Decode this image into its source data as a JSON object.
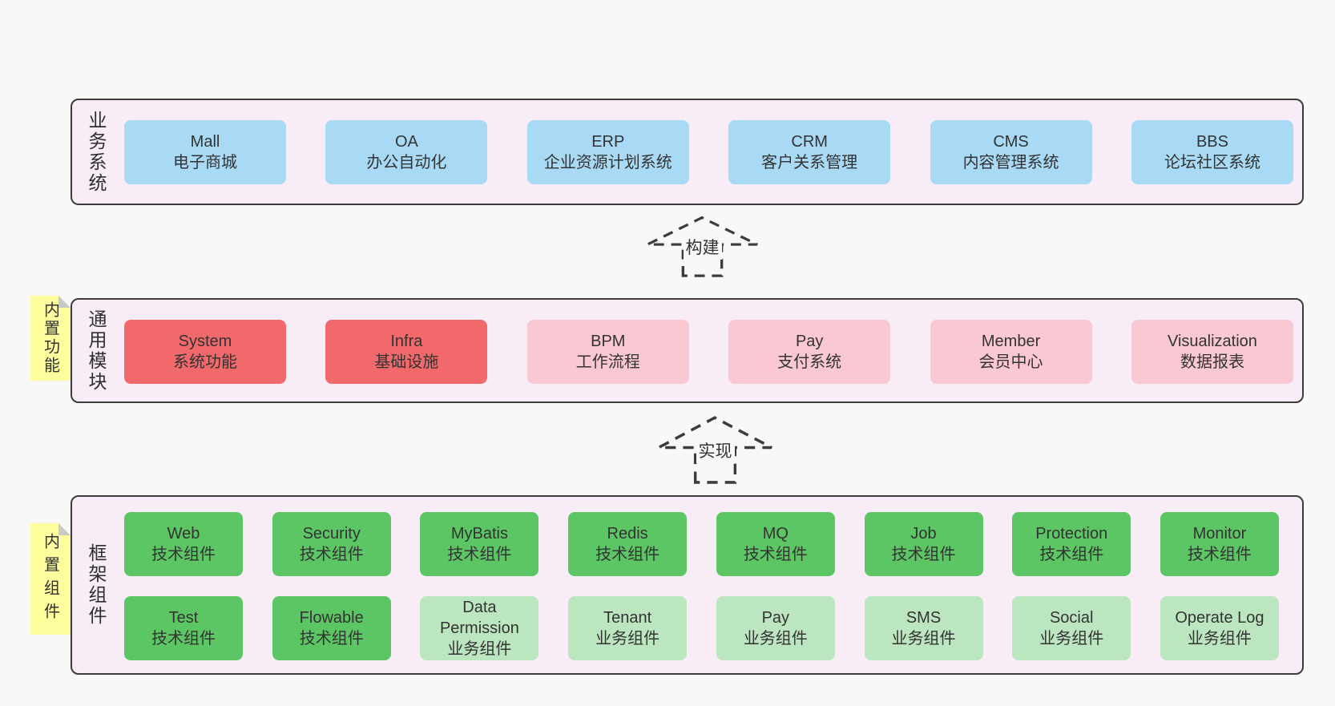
{
  "colors": {
    "page_bg": "#f8f8f8",
    "band_bg": "#f8edf6",
    "band_border": "#3c3c3c",
    "blue": "#a9daf5",
    "red": "#f2696b",
    "pink": "#fac8d2",
    "green_dark": "#5cc564",
    "green_light": "#bce6c0",
    "yellow": "#fdfd9e",
    "fold": "#c9c9c9",
    "text": "#333333"
  },
  "arrows": [
    {
      "label": "构建"
    },
    {
      "label": "实现"
    }
  ],
  "bands": [
    {
      "label": "业务系统",
      "boxes": [
        {
          "en": "Mall",
          "zh": "电子商城"
        },
        {
          "en": "OA",
          "zh": "办公自动化"
        },
        {
          "en": "ERP",
          "zh": "企业资源计划系统"
        },
        {
          "en": "CRM",
          "zh": "客户关系管理"
        },
        {
          "en": "CMS",
          "zh": "内容管理系统"
        },
        {
          "en": "BBS",
          "zh": "论坛社区系统"
        }
      ]
    },
    {
      "label": "通用模块",
      "sticky": "内置功能",
      "boxes": [
        {
          "en": "System",
          "zh": "系统功能"
        },
        {
          "en": "Infra",
          "zh": "基础设施"
        },
        {
          "en": "BPM",
          "zh": "工作流程"
        },
        {
          "en": "Pay",
          "zh": "支付系统"
        },
        {
          "en": "Member",
          "zh": "会员中心"
        },
        {
          "en": "Visualization",
          "zh": "数据报表"
        }
      ]
    },
    {
      "label": "框架组件",
      "sticky": "内置组件",
      "boxes": [
        {
          "en": "Web",
          "zh": "技术组件"
        },
        {
          "en": "Security",
          "zh": "技术组件"
        },
        {
          "en": "MyBatis",
          "zh": "技术组件"
        },
        {
          "en": "Redis",
          "zh": "技术组件"
        },
        {
          "en": "MQ",
          "zh": "技术组件"
        },
        {
          "en": "Job",
          "zh": "技术组件"
        },
        {
          "en": "Protection",
          "zh": "技术组件"
        },
        {
          "en": "Monitor",
          "zh": "技术组件"
        },
        {
          "en": "Test",
          "zh": "技术组件"
        },
        {
          "en": "Flowable",
          "zh": "技术组件"
        },
        {
          "en": "Data Permission",
          "zh": "业务组件"
        },
        {
          "en": "Tenant",
          "zh": "业务组件"
        },
        {
          "en": "Pay",
          "zh": "业务组件"
        },
        {
          "en": "SMS",
          "zh": "业务组件"
        },
        {
          "en": "Social",
          "zh": "业务组件"
        },
        {
          "en": "Operate Log",
          "zh": "业务组件"
        }
      ]
    }
  ]
}
